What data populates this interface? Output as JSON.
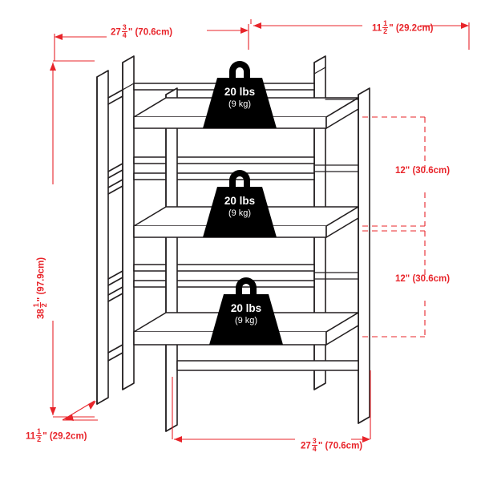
{
  "diagram": {
    "title": "3-tier shelf dimension diagram",
    "colors": {
      "dimension": "#e8242a",
      "outline": "#231f20",
      "weight_fill": "#000000",
      "weight_text": "#ffffff",
      "background": "#ffffff"
    },
    "weights": [
      {
        "id": "top-shelf-weight",
        "lbs": "20 lbs",
        "kg": "(9 kg)"
      },
      {
        "id": "middle-shelf-weight",
        "lbs": "20 lbs",
        "kg": "(9 kg)"
      },
      {
        "id": "bottom-shelf-weight",
        "lbs": "20 lbs",
        "kg": "(9 kg)"
      }
    ],
    "dimensions": {
      "top_width": {
        "whole": "27",
        "num": "3",
        "den": "4",
        "unit": "\"",
        "metric": "(70.6cm)"
      },
      "top_depth": {
        "whole": "11",
        "num": "1",
        "den": "2",
        "unit": "\"",
        "metric": "(29.2cm)"
      },
      "height": {
        "whole": "38",
        "num": "1",
        "den": "2",
        "unit": "\"",
        "metric": "(97.9cm)"
      },
      "shelf_gap_upper": {
        "text": "12\"",
        "metric": "(30.6cm)"
      },
      "shelf_gap_lower": {
        "text": "12\"",
        "metric": "(30.6cm)"
      },
      "bottom_depth": {
        "whole": "11",
        "num": "1",
        "den": "2",
        "unit": "\"",
        "metric": "(29.2cm)"
      },
      "bottom_width": {
        "whole": "27",
        "num": "3",
        "den": "4",
        "unit": "\"",
        "metric": "(70.6cm)"
      }
    }
  }
}
